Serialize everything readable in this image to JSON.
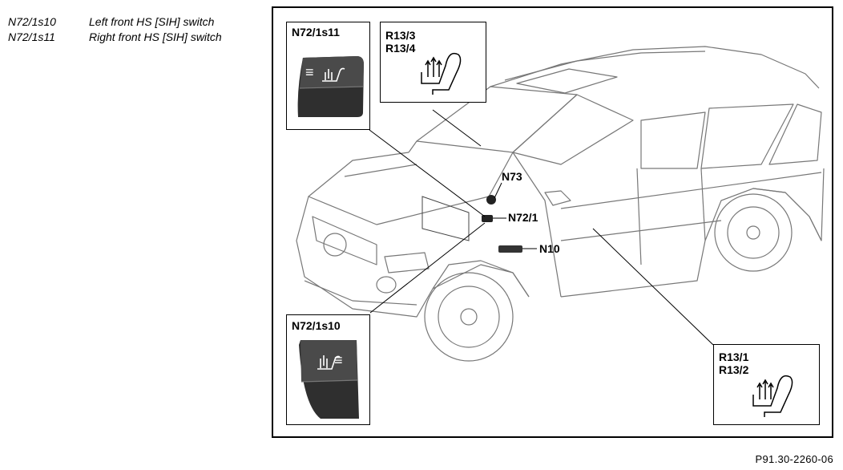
{
  "legend": [
    {
      "code": "N72/1s10",
      "desc": "Left front HS [SIH] switch"
    },
    {
      "code": "N72/1s11",
      "desc": "Right front HS [SIH] switch"
    }
  ],
  "callouts": {
    "right_switch": "N72/1s11",
    "left_switch": "N72/1s10",
    "rear_heater": "R13/3\nR13/4",
    "front_heater": "R13/1\nR13/2"
  },
  "labels": {
    "n73": "N73",
    "n72_1": "N72/1",
    "n10": "N10"
  },
  "switch_icons": {
    "menu": "≡"
  },
  "figure_id": "P91.30-2260-06"
}
